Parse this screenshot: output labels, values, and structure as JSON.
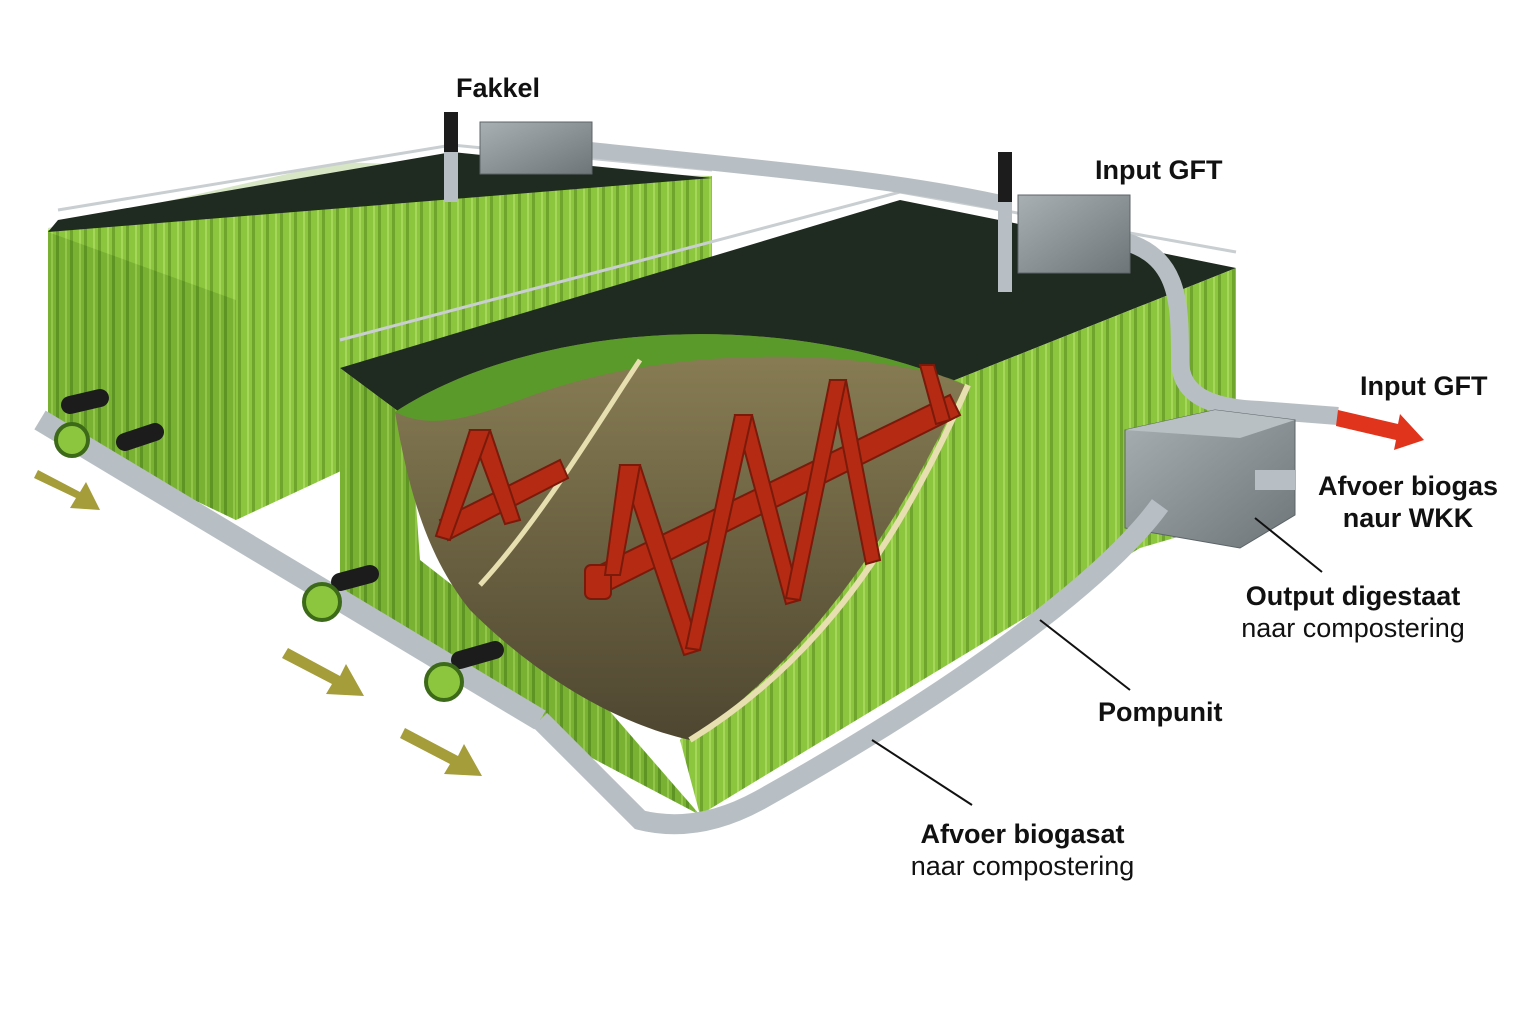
{
  "labels": {
    "fakkel": "Fakkel",
    "input_gft_top": "Input GFT",
    "input_gft_right": "Input GFT",
    "afvoer_biogas_line1": "Afvoer biogas",
    "afvoer_biogas_line2": "naur WKK",
    "output_digestaat_line1": "Output digestaat",
    "output_digestaat_line2": "naar compostering",
    "pompunit": "Pompunit",
    "afvoer_biogasat_line1": "Afvoer biogasat",
    "afvoer_biogasat_line2": "naar compostering"
  },
  "colors": {
    "container_green": "#8cc63f",
    "container_dark": "#5e9424",
    "roof": "#1f2a20",
    "pipe": "#b8bfc4",
    "mixer": "#b52a12",
    "substrate": "#6b6243",
    "output_arrow": "#e0341c",
    "flow_arrow": "#a59c3a"
  }
}
